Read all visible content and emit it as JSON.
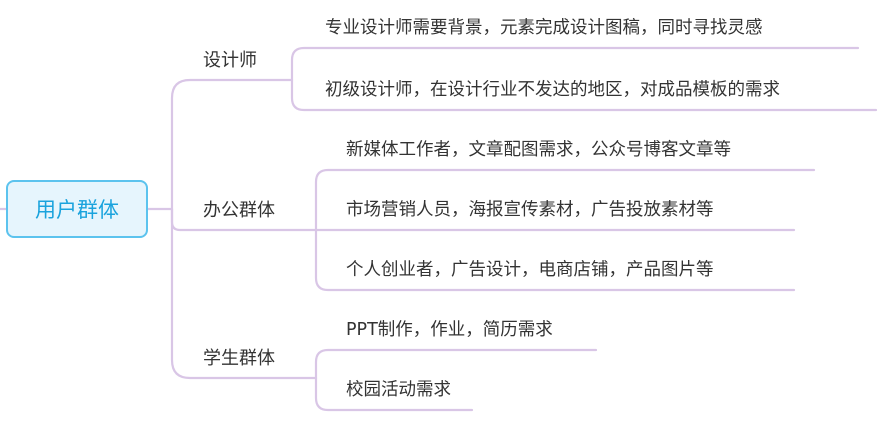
{
  "root": {
    "label": "用户群体"
  },
  "branches": [
    {
      "label": "设计师",
      "items": [
        "专业设计师需要背景，元素完成设计图稿，同时寻找灵感",
        "初级设计师，在设计行业不发达的地区，对成品模板的需求"
      ]
    },
    {
      "label": "办公群体",
      "items": [
        "新媒体工作者，文章配图需求，公众号博客文章等",
        "市场营销人员，海报宣传素材，广告投放素材等",
        "个人创业者，广告设计，电商店铺，产品图片等"
      ]
    },
    {
      "label": "学生群体",
      "items": [
        "PPT制作，作业，简历需求",
        "校园活动需求"
      ]
    }
  ],
  "colors": {
    "root_fill": "#e6f5fd",
    "root_border": "#5cc3ee",
    "root_text": "#1aa3dd",
    "connector": "#d9c6e6"
  }
}
